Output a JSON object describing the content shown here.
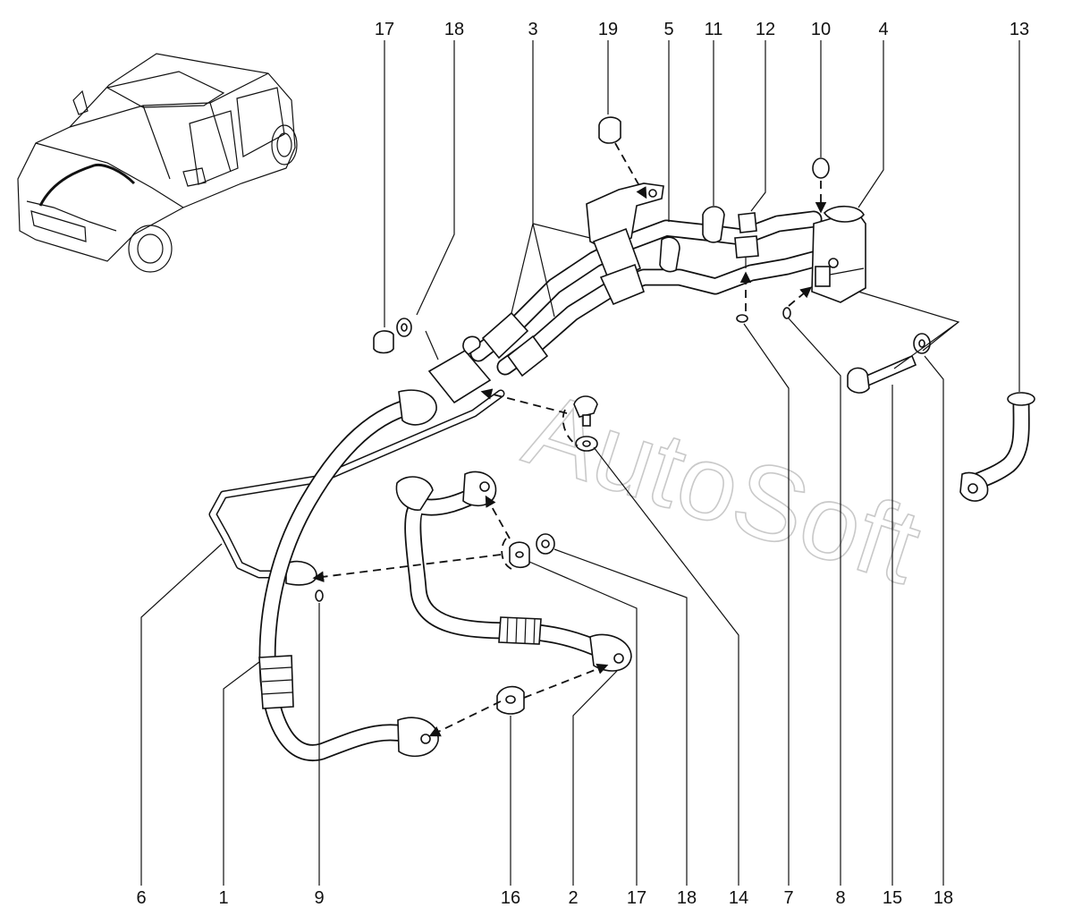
{
  "watermark": "AutoSoft",
  "callouts_top": [
    "17",
    "18",
    "3",
    "19",
    "5",
    "11",
    "12",
    "10",
    "4",
    "13"
  ],
  "callouts_bottom": [
    "6",
    "1",
    "9",
    "16",
    "2",
    "17",
    "18",
    "14",
    "7",
    "8",
    "15",
    "18"
  ]
}
